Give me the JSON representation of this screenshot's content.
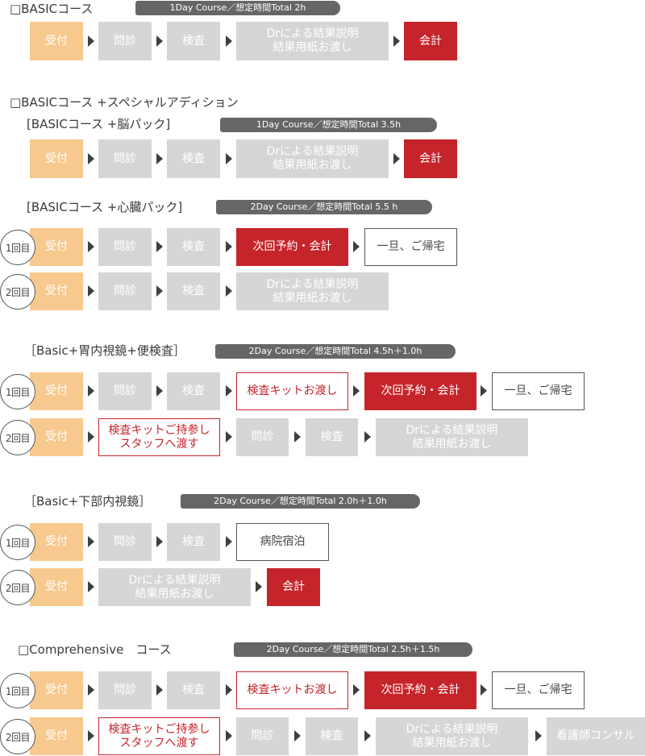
{
  "sections": [
    {
      "title": "□BASICコース",
      "course": "1Day Course／想定時間Total 2h",
      "rows": [
        {
          "badge": "",
          "steps": [
            "受付",
            "問診",
            "検査",
            "Drによる結果説明\n結果用紙お渡し",
            "会計"
          ]
        }
      ]
    },
    {
      "title": "□BASICコース +スペシャルアディション",
      "course": "",
      "rows": []
    },
    {
      "title": "[BASICコース +脳パック]",
      "course": "1Day Course／想定時間Total 3.5h",
      "rows": [
        {
          "badge": "",
          "steps": [
            "受付",
            "問診",
            "検査",
            "Drによる結果説明\n結果用紙お渡し",
            "会計"
          ]
        }
      ]
    },
    {
      "title": "[BASICコース +心臓パック]",
      "course": "2Day Course／想定時間Total 5.5 h",
      "rows": [
        {
          "badge": "1回目",
          "steps": [
            "受付",
            "問診",
            "検査",
            "次回予約・会計",
            "一旦、ご帰宅"
          ]
        },
        {
          "badge": "2回目",
          "steps": [
            "受付",
            "問診",
            "検査",
            "Drによる結果説明\n結果用紙お渡し"
          ]
        }
      ]
    },
    {
      "title": "［Basic+胃内視鏡+便検査］",
      "course": "2Day Course／想定時間Total 4.5h＋1.0h",
      "rows": [
        {
          "badge": "1回目",
          "steps": [
            "受付",
            "問診",
            "検査",
            "検査キットお渡し",
            "次回予約・会計",
            "一旦、ご帰宅"
          ]
        },
        {
          "badge": "2回目",
          "steps": [
            "受付",
            "検査キットご持参し\nスタッフへ渡す",
            "問診",
            "検査",
            "Drによる結果説明\n結果用紙お渡し"
          ]
        }
      ]
    },
    {
      "title": "［Basic+下部内視鏡］",
      "course": "2Day Course／想定時間Total 2.0h＋1.0h",
      "rows": [
        {
          "badge": "1回目",
          "steps": [
            "受付",
            "問診",
            "検査",
            "病院宿泊"
          ]
        },
        {
          "badge": "2回目",
          "steps": [
            "受付",
            "Drによる結果説明\n結果用紙お渡し",
            "会計"
          ]
        }
      ]
    },
    {
      "title": "□Comprehensive　コース",
      "course": "2Day Course／想定時間Total 2.5h＋1.5h",
      "rows": [
        {
          "badge": "1回目",
          "steps": [
            "受付",
            "問診",
            "検査",
            "検査キットお渡し",
            "次回予約・会計",
            "一旦、ご帰宅"
          ]
        },
        {
          "badge": "2回目",
          "steps": [
            "受付",
            "検査キットご持参し\nスタッフへ渡す",
            "問診",
            "検査",
            "Drによる結果説明\n結果用紙お渡し",
            "看護師コンサル"
          ]
        }
      ]
    }
  ],
  "colors": {
    "reception": "#f7c98f",
    "step": "#d6d6d6",
    "payment": "#c5242b",
    "pill": "#666666",
    "arrow": "#3f3f3f"
  }
}
